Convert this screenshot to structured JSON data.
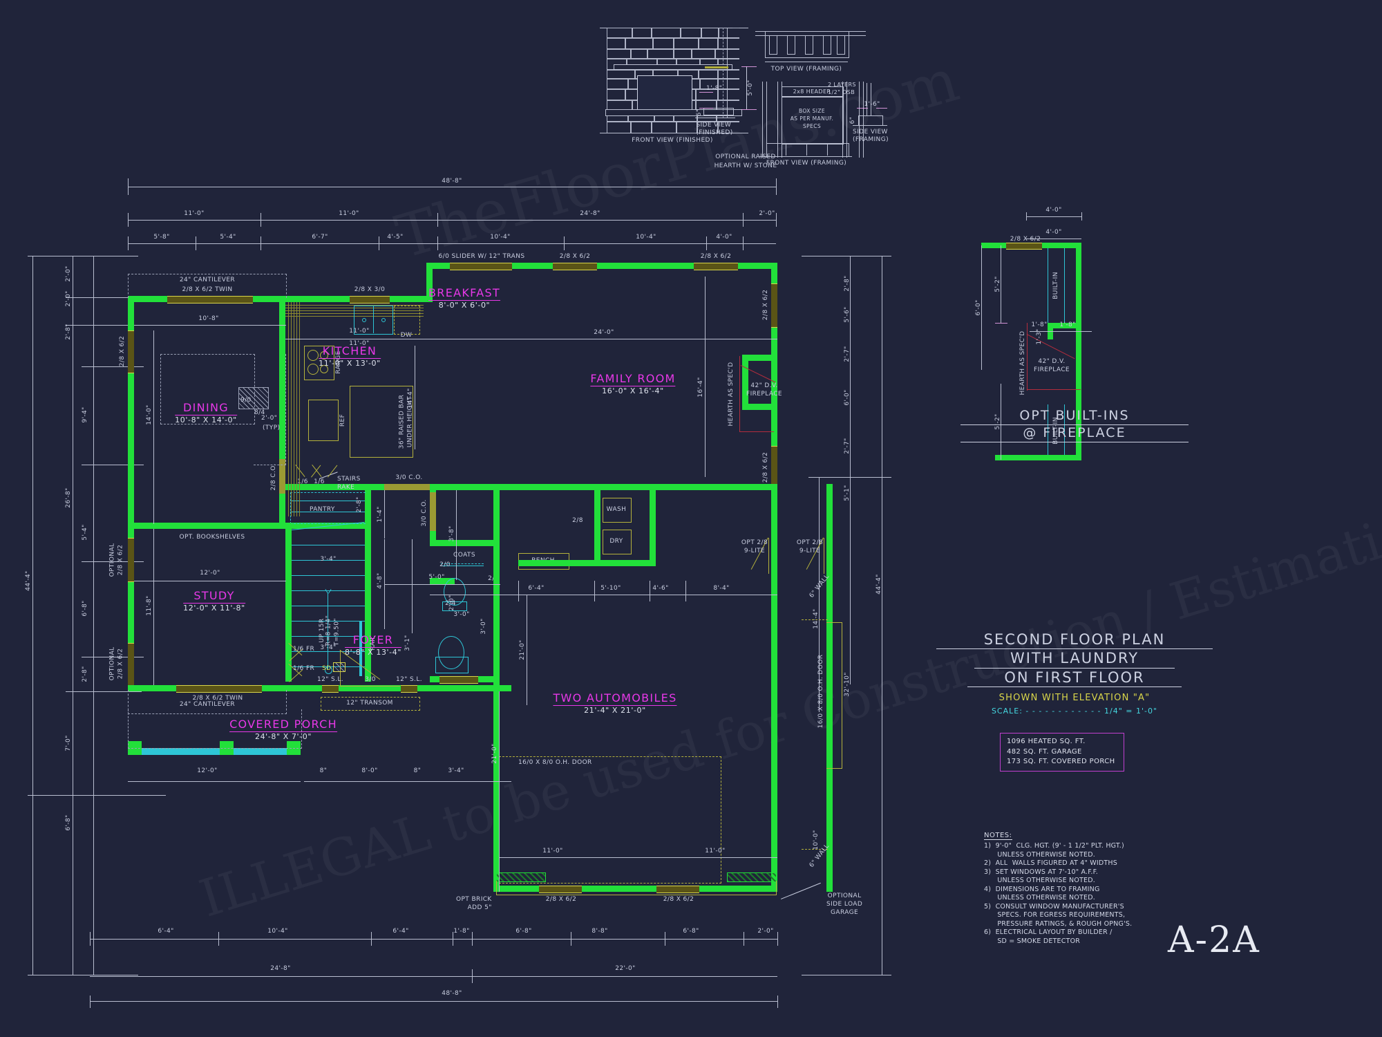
{
  "sheet": {
    "number": "A-2A",
    "background": "#20243a"
  },
  "watermark": {
    "line1": "TheFloorPlans.com",
    "line2": "ILLEGAL to be used for Construction / Estimations"
  },
  "details": {
    "fireplace_elevation": {
      "front_label": "FRONT VIEW (FINISHED)",
      "side_label": "SIDE VIEW\n(FINISHED)",
      "caption": "OPTIONAL RAISED\nHEARTH W/ STONE",
      "dims": [
        "5'-0\"",
        "1'-8\"",
        "6\""
      ]
    },
    "fireplace_framing": {
      "top_label": "TOP VIEW (FRAMING)",
      "front_label": "FRONT VIEW (FRAMING)",
      "side_label": "SIDE VIEW\n(FRAMING)",
      "header_note": "2x8 HEADER",
      "box_note": "BOX SIZE\nAS PER MANUF.\nSPECS",
      "osb_note": "2 LAYERS\n1/2\" OSB",
      "dims": [
        "1'-6\"",
        "6\""
      ]
    },
    "built_ins": {
      "title_line1": "OPT BUILT-INS",
      "title_line2": "@ FIREPLACE",
      "labels": [
        "4'-0\"",
        "2/8 X 6/2",
        "BUILT-IN",
        "5'-2\"",
        "6'-0\"",
        "1'-3\"",
        "1'-8\"",
        "1'-8\"",
        "BUILT-IN",
        "42\" D.V.\nFIREPLACE",
        "HEARTH AS SPEC'D",
        "5'-2\""
      ]
    }
  },
  "title_block": {
    "line1": "SECOND FLOOR PLAN",
    "line2": "WITH LAUNDRY",
    "line3": "ON FIRST FLOOR",
    "elevation": "SHOWN WITH ELEVATION \"A\"",
    "scale": "SCALE: - - - - - - - - - - - - 1/4\" = 1'-0\""
  },
  "area_box": {
    "heated": "1096 HEATED SQ. FT.",
    "garage": "482 SQ. FT. GARAGE",
    "porch": "173 SQ. FT. COVERED PORCH"
  },
  "notes": {
    "header": "NOTES:",
    "items": [
      "1)  9'-0\"  CLG. HGT. (9' - 1 1/2\" PLT. HGT.)\n      UNLESS OTHERWISE NOTED.",
      "2)  ALL  WALLS FIGURED AT 4\" WIDTHS",
      "3)  SET WINDOWS AT 7'-10\" A.F.F.\n      UNLESS OTHERWISE NOTED.",
      "4)  DIMENSIONS ARE TO FRAMING\n      UNLESS OTHERWISE NOTED.",
      "5)  CONSULT WINDOW MANUFACTURER'S\n      SPECS. FOR EGRESS REQUIREMENTS,\n      PRESSURE RATINGS, & ROUGH OPNG'S.",
      "6)  ELECTRICAL LAYOUT BY BUILDER /\n      SD = SMOKE DETECTOR"
    ]
  },
  "rooms": [
    {
      "name": "BREAKFAST",
      "size": "8'-0\" X 6'-0\""
    },
    {
      "name": "KITCHEN",
      "size": "11'-0\" X 13'-0\""
    },
    {
      "name": "DINING",
      "size": "10'-8\" X 14'-0\""
    },
    {
      "name": "FAMILY ROOM",
      "size": "16'-0\" X 16'-4\""
    },
    {
      "name": "STUDY",
      "size": "12'-0\" X 11'-8\""
    },
    {
      "name": "FOYER",
      "size": "8'-8\" X 13'-4\""
    },
    {
      "name": "TWO AUTOMOBILES",
      "size": "21'-4\" X 21'-0\""
    },
    {
      "name": "COVERED PORCH",
      "size": "24'-8\" X 7'-0\""
    }
  ],
  "annotations": {
    "cantilever_top": "24\" CANTILEVER",
    "cantilever_bottom": "24\" CANTILEVER",
    "bookshelves": "OPT. BOOKSHELVES",
    "stairs_rake": "STAIRS\nRAKE",
    "pantry": "PANTRY",
    "coats": "COATS",
    "bench": "BENCH",
    "wash": "WASH",
    "dry": "DRY",
    "range": "RANGE",
    "ref": "REF",
    "dw": "DW",
    "raised_bar": "36\" RAISED BAR\nUNDER HEIGHT",
    "slider": "6/0 SLIDER W/ 12\" TRANS",
    "transom": "12\" TRANSOM",
    "sidelight_left": "12\" S.L.",
    "sidelight_right": "12\" S.L.",
    "door_3_0": "3/0",
    "sd": "SD",
    "oh_door": "16/0 X 8/0 O.H. DOOR",
    "oh_door_side": "16/0 X 8/0 O.H. DOOR",
    "opt_brick": "OPT BRICK\nADD 5\"",
    "opt_side_garage": "OPTIONAL\nSIDE LOAD\nGARAGE",
    "six_wall_a": "6\" WALL",
    "six_wall_b": "6\" WALL",
    "opt_9lite_a": "OPT 2/8\n9-LITE",
    "opt_9lite_b": "OPT 2/8\n9-LITE",
    "fireplace_42": "42\" D.V.\nFIREPLACE",
    "hearth_specd": "HEARTH AS SPEC'D",
    "up_stairs": "UP 15R",
    "riser": "R=8 1/4\"\nT=9.50\"",
    "rail": "RAIL",
    "fr_a": "1/6 FR",
    "fr_b": "1/6 FR",
    "co_3_0": "3/0 C.O.",
    "co_3_0b": "3/0 C.O.",
    "co_2_8": "2/8 C.O.",
    "typ": "(TYP)",
    "nine_zero": "9/0",
    "eight_four": "8/4",
    "opt_a": "OPTIONAL\n2/8 X 6/2",
    "opt_b": "OPTIONAL\n2/8 X 6/2",
    "two_eight_twin_top": "2/8 X 6/2 TWIN",
    "two_eight_twin_bot": "2/8 X 6/2 TWIN",
    "doors": [
      "2/8 X 3/0",
      "2/8 X 6/2",
      "2/8 X 6/2",
      "2/8 X 6/2",
      "2/8 X 6/2",
      "2/8 X 6/2",
      "2/0 X 3/0",
      "2/0 X 3/0",
      "2/8 X 6/2",
      "2/8 X 6/2",
      "2/8 X 6/2",
      "2/8",
      "2/8",
      "2/0",
      "2/4",
      "1/6",
      "1/6"
    ]
  },
  "dimensions": {
    "top_overall": "48'-8\"",
    "top_row1": [
      "11'-0\"",
      "11'-0\"",
      "24'-8\"",
      "2'-0\""
    ],
    "top_row2": [
      "5'-8\"",
      "5'-4\"",
      "6'-7\"",
      "4'-5\"",
      "10'-4\"",
      "10'-4\"",
      "4'-0\""
    ],
    "top_detail": "4'-0\"",
    "bottom_row1": [
      "6'-4\"",
      "10'-4\"",
      "6'-4\"",
      "1'-8\"",
      "6'-8\"",
      "8'-8\"",
      "6'-8\"",
      "2'-0\""
    ],
    "bottom_row2": [
      "24'-8\"",
      "22'-0\""
    ],
    "bottom_overall": "48'-8\"",
    "left_overall": "44'-4\"",
    "left_col1": [
      "2'-0\"",
      "2'-0\"",
      "2'-8\"",
      "9'-4\"",
      "26'-8\"",
      "5'-4\"",
      "6'-8\"",
      "2'-8\"",
      "7'-0\"",
      "6'-8\""
    ],
    "right_col": [
      "2'-8\"",
      "5'-6\"",
      "2'-7\"",
      "6'-0\"",
      "2'-7\"",
      "5'-1\"",
      "44'-4\"",
      "14'-4\"",
      "32'-10\"",
      "10'-0\""
    ],
    "interior": [
      "10'-8\"",
      "14'-0\"",
      "11'-0\"",
      "11'-0\"",
      "14'-4\"",
      "24'-0\"",
      "16'-4\"",
      "12'-0\"",
      "11'-8\"",
      "12'-0\"",
      "3'-4\"",
      "4'-8\"",
      "5'-0\"",
      "2'-0\"",
      "3'-8\"",
      "1'-4\"",
      "3'-1\"",
      "3'-4\"",
      "3'-0\"",
      "3'-0\"",
      "6'-4\"",
      "5'-10\"",
      "4'-6\"",
      "8'-4\"",
      "21'-0\"",
      "21'-0\"",
      "11'-0\"",
      "11'-0\"",
      "8'-0\"",
      "8\"",
      "8\"",
      "2'-8\"",
      "2'-0\"",
      "5'-1\"",
      "10'-0\"",
      "1'-8\"",
      "1'-8\"",
      "1'-3\"",
      "5'-2\"",
      "5'-2\"",
      "6'-0\"",
      "4'-0\"",
      "2'-0\""
    ]
  }
}
